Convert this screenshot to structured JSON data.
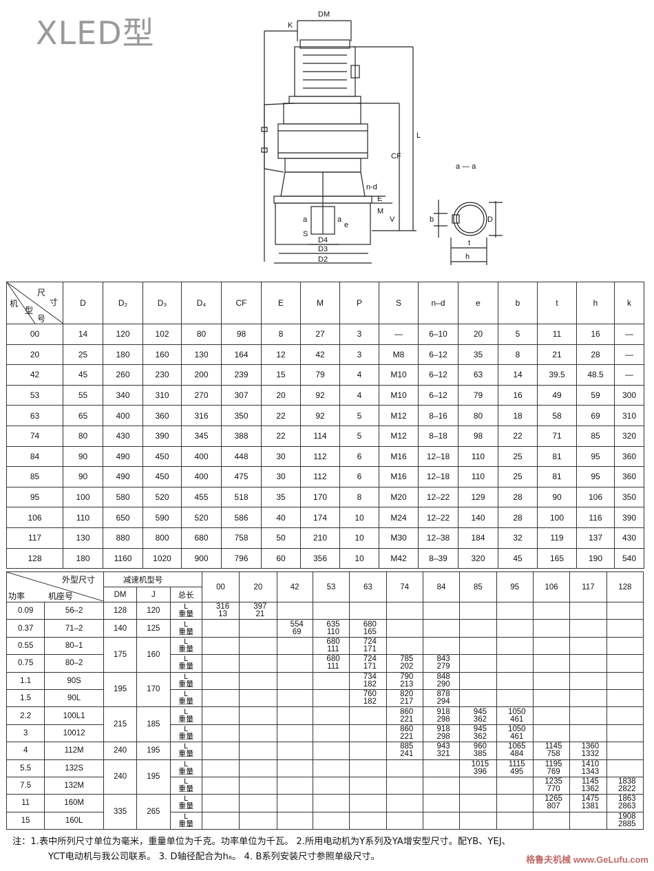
{
  "title": "XLED型",
  "drawing_labels": {
    "dm": "DM",
    "k": "K",
    "l": "L",
    "cf": "CF",
    "nd": "n-d",
    "e": "E",
    "m": "M",
    "v": "V",
    "s": "S",
    "d4": "D4",
    "d3": "D3",
    "d2": "D2",
    "aa": "a — a",
    "b": "b",
    "t": "t",
    "h": "h",
    "d": "D",
    "a1": "a",
    "a2": "a",
    "e2": "e"
  },
  "table1": {
    "header_corner": {
      "top": "尺",
      "right": "寸",
      "left": "机",
      "bl1": "型",
      "bl2": "号"
    },
    "columns": [
      "D",
      "D₂",
      "D₃",
      "D₄",
      "CF",
      "E",
      "M",
      "P",
      "S",
      "n–d",
      "e",
      "b",
      "t",
      "h",
      "k"
    ],
    "rows": [
      [
        "00",
        "14",
        "120",
        "102",
        "80",
        "98",
        "8",
        "27",
        "3",
        "—",
        "6–10",
        "20",
        "5",
        "11",
        "16",
        "—"
      ],
      [
        "20",
        "25",
        "180",
        "160",
        "130",
        "164",
        "12",
        "42",
        "3",
        "M8",
        "6–12",
        "35",
        "8",
        "21",
        "28",
        "—"
      ],
      [
        "42",
        "45",
        "260",
        "230",
        "200",
        "239",
        "15",
        "79",
        "4",
        "M10",
        "6–12",
        "63",
        "14",
        "39.5",
        "48.5",
        "—"
      ],
      [
        "53",
        "55",
        "340",
        "310",
        "270",
        "307",
        "20",
        "92",
        "4",
        "M10",
        "6–12",
        "79",
        "16",
        "49",
        "59",
        "300"
      ],
      [
        "63",
        "65",
        "400",
        "360",
        "316",
        "350",
        "22",
        "92",
        "5",
        "M12",
        "8–16",
        "80",
        "18",
        "58",
        "69",
        "310"
      ],
      [
        "74",
        "80",
        "430",
        "390",
        "345",
        "388",
        "22",
        "114",
        "5",
        "M12",
        "8–18",
        "98",
        "22",
        "71",
        "85",
        "320"
      ],
      [
        "84",
        "90",
        "490",
        "450",
        "400",
        "448",
        "30",
        "112",
        "6",
        "M16",
        "12–18",
        "110",
        "25",
        "81",
        "95",
        "360"
      ],
      [
        "85",
        "90",
        "490",
        "450",
        "400",
        "475",
        "30",
        "112",
        "6",
        "M16",
        "12–18",
        "110",
        "25",
        "81",
        "95",
        "360"
      ],
      [
        "95",
        "100",
        "580",
        "520",
        "455",
        "518",
        "35",
        "170",
        "8",
        "M20",
        "12–22",
        "129",
        "28",
        "90",
        "106",
        "350"
      ],
      [
        "106",
        "110",
        "650",
        "590",
        "520",
        "586",
        "40",
        "174",
        "10",
        "M24",
        "12–22",
        "140",
        "28",
        "100",
        "116",
        "390"
      ],
      [
        "117",
        "130",
        "880",
        "800",
        "680",
        "758",
        "50",
        "210",
        "10",
        "M30",
        "12–38",
        "184",
        "32",
        "119",
        "137",
        "430"
      ],
      [
        "128",
        "180",
        "1160",
        "1020",
        "900",
        "796",
        "60",
        "356",
        "10",
        "M42",
        "8–39",
        "320",
        "45",
        "165",
        "190",
        "540"
      ]
    ]
  },
  "table2": {
    "h_outer": "外型尺寸",
    "h_reducer": "减速机型号",
    "h_power": "功率",
    "h_frame": "机座号",
    "h_dm": "DM",
    "h_j": "J",
    "h_total": "总长",
    "label_L": "L",
    "label_weight": "重量",
    "models": [
      "00",
      "20",
      "42",
      "53",
      "63",
      "74",
      "84",
      "85",
      "95",
      "106",
      "117",
      "128"
    ],
    "rows": [
      {
        "power": "0.09",
        "frame": "56–2",
        "dm": "128",
        "j": "120",
        "L": [
          "316",
          "397",
          "",
          "",
          "",
          "",
          "",
          "",
          "",
          "",
          "",
          ""
        ],
        "W": [
          "13",
          "21",
          "",
          "",
          "",
          "",
          "",
          "",
          "",
          "",
          "",
          ""
        ]
      },
      {
        "power": "0.37",
        "frame": "71–2",
        "dm": "140",
        "j": "125",
        "L": [
          "",
          "",
          "554",
          "635",
          "680",
          "",
          "",
          "",
          "",
          "",
          "",
          ""
        ],
        "W": [
          "",
          "",
          "69",
          "110",
          "165",
          "",
          "",
          "",
          "",
          "",
          "",
          ""
        ]
      },
      {
        "power": "0.55",
        "frame": "80–1",
        "dm": "175",
        "j": "160",
        "L": [
          "",
          "",
          "",
          "680",
          "724",
          "",
          "",
          "",
          "",
          "",
          "",
          ""
        ],
        "W": [
          "",
          "",
          "",
          "111",
          "171",
          "",
          "",
          "",
          "",
          "",
          "",
          ""
        ]
      },
      {
        "power": "0.75",
        "frame": "80–2",
        "dm": "",
        "j": "",
        "L": [
          "",
          "",
          "",
          "680",
          "724",
          "785",
          "843",
          "",
          "",
          "",
          "",
          ""
        ],
        "W": [
          "",
          "",
          "",
          "111",
          "171",
          "202",
          "279",
          "",
          "",
          "",
          "",
          ""
        ]
      },
      {
        "power": "1.1",
        "frame": "90S",
        "dm": "195",
        "j": "170",
        "L": [
          "",
          "",
          "",
          "",
          "734",
          "790",
          "848",
          "",
          "",
          "",
          "",
          ""
        ],
        "W": [
          "",
          "",
          "",
          "",
          "182",
          "213",
          "290",
          "",
          "",
          "",
          "",
          ""
        ]
      },
      {
        "power": "1.5",
        "frame": "90L",
        "dm": "",
        "j": "",
        "L": [
          "",
          "",
          "",
          "",
          "760",
          "820",
          "878",
          "",
          "",
          "",
          "",
          ""
        ],
        "W": [
          "",
          "",
          "",
          "",
          "182",
          "217",
          "294",
          "",
          "",
          "",
          "",
          ""
        ]
      },
      {
        "power": "2.2",
        "frame": "100L1",
        "dm": "215",
        "j": "185",
        "L": [
          "",
          "",
          "",
          "",
          "",
          "860",
          "918",
          "945",
          "1050",
          "",
          "",
          ""
        ],
        "W": [
          "",
          "",
          "",
          "",
          "",
          "221",
          "298",
          "362",
          "461",
          "",
          "",
          ""
        ]
      },
      {
        "power": "3",
        "frame": "10012",
        "dm": "",
        "j": "",
        "L": [
          "",
          "",
          "",
          "",
          "",
          "860",
          "918",
          "945",
          "1050",
          "",
          "",
          ""
        ],
        "W": [
          "",
          "",
          "",
          "",
          "",
          "221",
          "298",
          "362",
          "461",
          "",
          "",
          ""
        ]
      },
      {
        "power": "4",
        "frame": "112M",
        "dm": "240",
        "j": "195",
        "L": [
          "",
          "",
          "",
          "",
          "",
          "885",
          "943",
          "960",
          "1065",
          "1145",
          "1360",
          ""
        ],
        "W": [
          "",
          "",
          "",
          "",
          "",
          "241",
          "321",
          "385",
          "484",
          "758",
          "1332",
          ""
        ]
      },
      {
        "power": "5.5",
        "frame": "132S",
        "dm": "240",
        "j": "195",
        "L": [
          "",
          "",
          "",
          "",
          "",
          "",
          "",
          "1015",
          "1115",
          "1195",
          "1410",
          ""
        ],
        "W": [
          "",
          "",
          "",
          "",
          "",
          "",
          "",
          "396",
          "495",
          "769",
          "1343",
          ""
        ]
      },
      {
        "power": "7.5",
        "frame": "132M",
        "dm": "",
        "j": "",
        "L": [
          "",
          "",
          "",
          "",
          "",
          "",
          "",
          "",
          "",
          "1235",
          "1145",
          "1838"
        ],
        "W": [
          "",
          "",
          "",
          "",
          "",
          "",
          "",
          "",
          "",
          "770",
          "1362",
          "2822"
        ]
      },
      {
        "power": "11",
        "frame": "160M",
        "dm": "335",
        "j": "265",
        "L": [
          "",
          "",
          "",
          "",
          "",
          "",
          "",
          "",
          "",
          "1265",
          "1475",
          "1863"
        ],
        "W": [
          "",
          "",
          "",
          "",
          "",
          "",
          "",
          "",
          "",
          "807",
          "1381",
          "2863"
        ]
      },
      {
        "power": "15",
        "frame": "160L",
        "dm": "",
        "j": "",
        "L": [
          "",
          "",
          "",
          "",
          "",
          "",
          "",
          "",
          "",
          "",
          "",
          "1908"
        ],
        "W": [
          "",
          "",
          "",
          "",
          "",
          "",
          "",
          "",
          "",
          "",
          "",
          "2885"
        ]
      }
    ]
  },
  "notes": {
    "line1": "注：1.表中所列尺寸单位为毫米，重量单位为千克。功率单位为千瓦。 2.所用电动机为Y系列及YA增安型尺寸。配YB、YEJ、",
    "line2": "YCT电动机与我公司联系。 3. D轴径配合为h₆。 4. B系列安装尺寸参照单级尺寸。"
  },
  "watermark": "格鲁夫机械 www.GeLufu.com"
}
